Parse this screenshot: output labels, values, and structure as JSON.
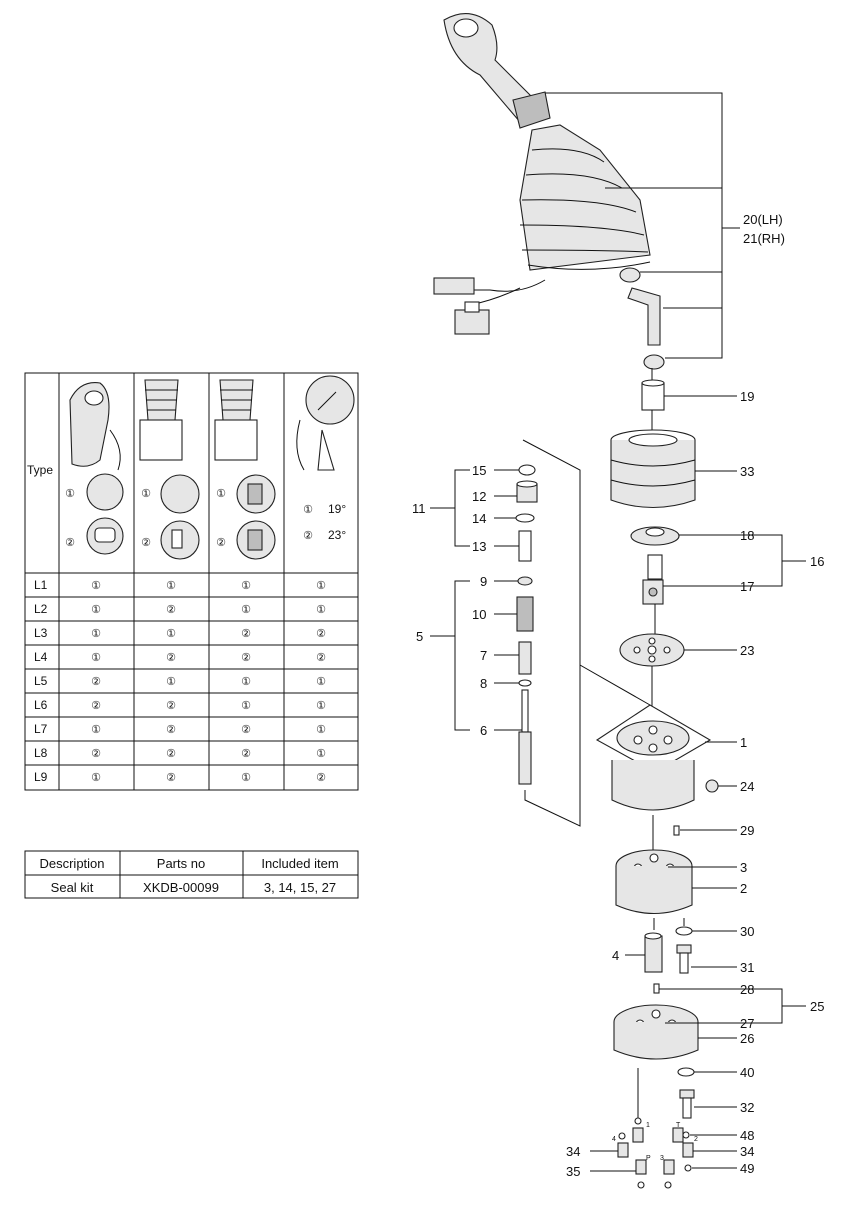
{
  "type_table": {
    "header": "Type",
    "options": {
      "a": "①",
      "b": "②"
    },
    "angles": [
      "19°",
      "23°"
    ],
    "rows": [
      {
        "label": "L1",
        "values": [
          "①",
          "①",
          "①",
          "①"
        ]
      },
      {
        "label": "L2",
        "values": [
          "①",
          "②",
          "①",
          "①"
        ]
      },
      {
        "label": "L3",
        "values": [
          "①",
          "①",
          "②",
          "②"
        ]
      },
      {
        "label": "L4",
        "values": [
          "①",
          "②",
          "②",
          "②"
        ]
      },
      {
        "label": "L5",
        "values": [
          "②",
          "①",
          "①",
          "①"
        ]
      },
      {
        "label": "L6",
        "values": [
          "②",
          "②",
          "①",
          "①"
        ]
      },
      {
        "label": "L7",
        "values": [
          "①",
          "②",
          "②",
          "①"
        ]
      },
      {
        "label": "L8",
        "values": [
          "②",
          "②",
          "②",
          "①"
        ]
      },
      {
        "label": "L9",
        "values": [
          "①",
          "②",
          "①",
          "②"
        ]
      }
    ]
  },
  "seal_table": {
    "headers": [
      "Description",
      "Parts no",
      "Included item"
    ],
    "row": [
      "Seal kit",
      "XKDB-00099",
      "3, 14, 15, 27"
    ]
  },
  "callouts": {
    "c20": "20(LH)",
    "c21": "21(RH)",
    "c19": "19",
    "c33": "33",
    "c18": "18",
    "c16": "16",
    "c17": "17",
    "c23": "23",
    "c1": "1",
    "c24": "24",
    "c29": "29",
    "c3": "3",
    "c2": "2",
    "c30": "30",
    "c4": "4",
    "c31": "31",
    "c28": "28",
    "c25": "25",
    "c27": "27",
    "c26": "26",
    "c40": "40",
    "c32": "32",
    "c48": "48",
    "c34a": "34",
    "c34b": "34",
    "c35": "35",
    "c49": "49",
    "c15": "15",
    "c12": "12",
    "c11": "11",
    "c14": "14",
    "c13": "13",
    "c9": "9",
    "c10": "10",
    "c5": "5",
    "c7": "7",
    "c8": "8",
    "c6": "6"
  },
  "port_marks": {
    "p1": "1",
    "pT": "T",
    "p4": "4",
    "p2": "2",
    "pP": "P",
    "p3": "3"
  }
}
